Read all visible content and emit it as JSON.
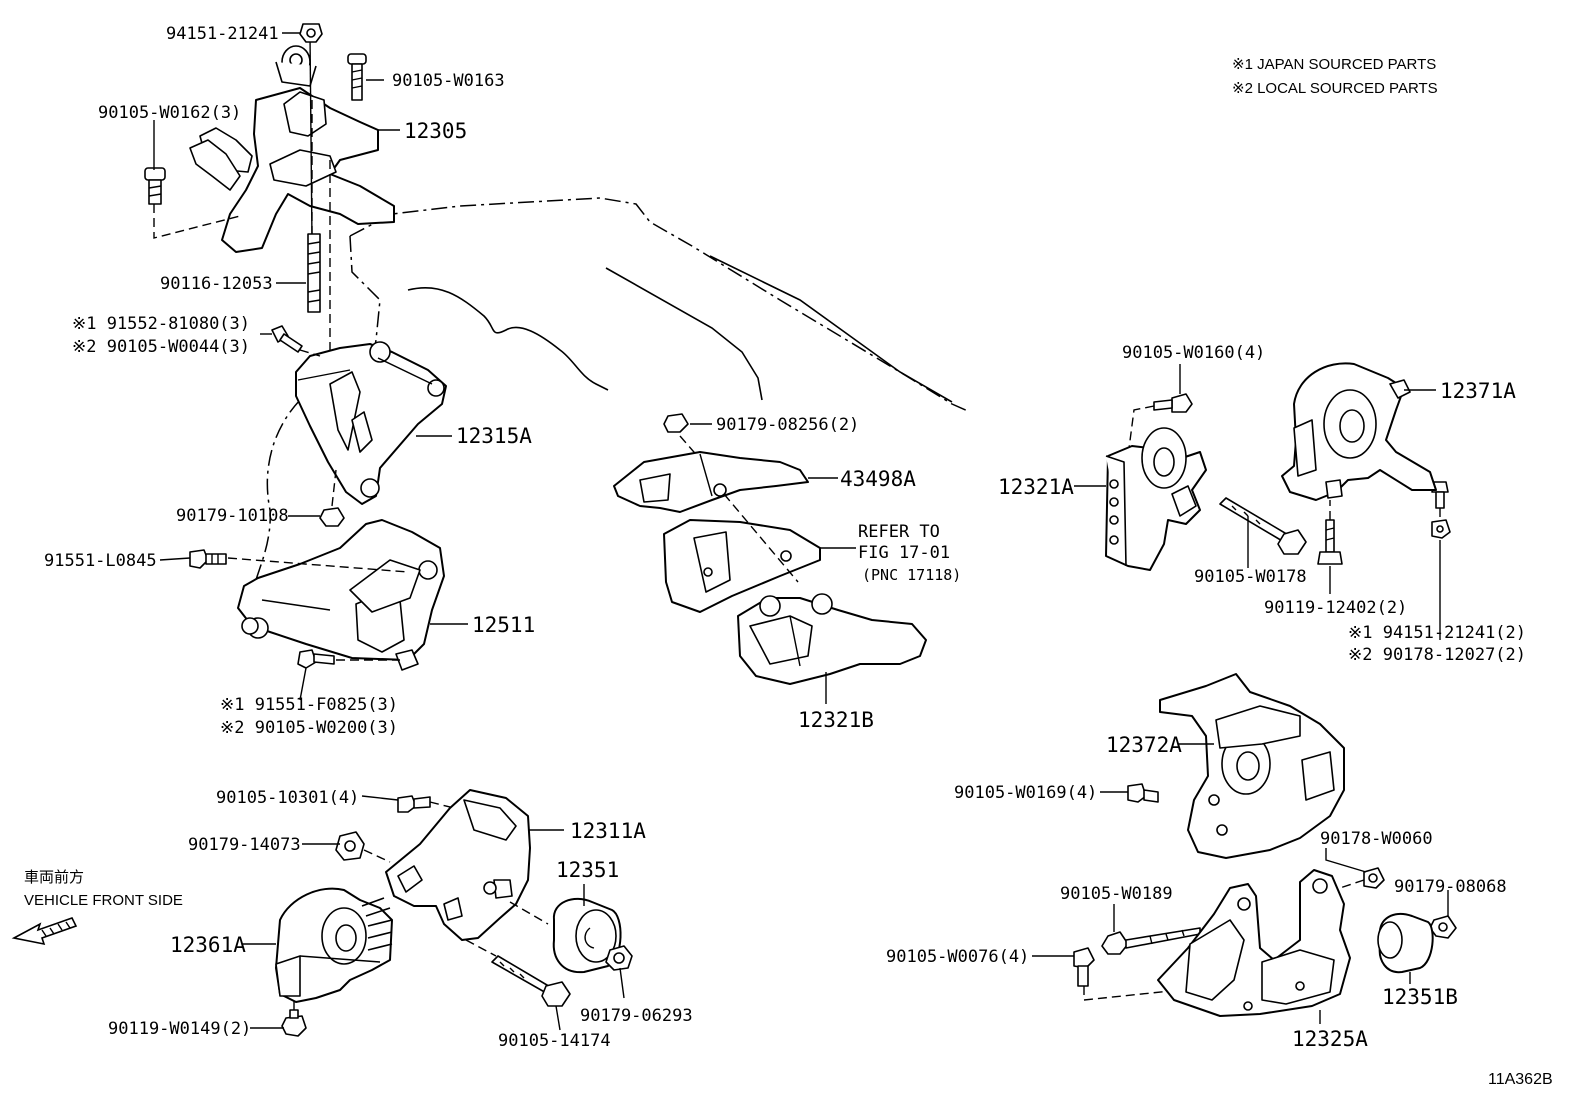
{
  "notes": {
    "note1": "※1  JAPAN SOURCED PARTS",
    "note2": "※2  LOCAL SOURCED PARTS"
  },
  "direction": {
    "jp": "車両前方",
    "en": "VEHICLE FRONT SIDE"
  },
  "refer": {
    "line1": "REFER TO",
    "line2": "FIG 17-01",
    "line3": "(PNC 17118)"
  },
  "figure_code": "11A362B",
  "labels": {
    "p94151_21241_top": "94151-21241",
    "p90105_W0163": "90105-W0163",
    "p90105_W0162": "90105-W0162(3)",
    "p12305": "12305",
    "p90116_12053": "90116-12053",
    "p91552_81080": "※1 91552-81080(3)",
    "p90105_W0044": "※2 90105-W0044(3)",
    "p12315A": "12315A",
    "p90179_10108": "90179-10108",
    "p91551_L0845": "91551-L0845",
    "p12511": "12511",
    "p91551_F0825": "※1 91551-F0825(3)",
    "p90105_W0200": "※2 90105-W0200(3)",
    "p90179_08256": "90179-08256(2)",
    "p43498A": "43498A",
    "p12321B": "12321B",
    "p90105_W0160": "90105-W0160(4)",
    "p12371A": "12371A",
    "p12321A": "12321A",
    "p90105_W0178": "90105-W0178",
    "p90119_12402": "90119-12402(2)",
    "p94151_21241_2": "※1 94151-21241(2)",
    "p90178_12027": "※2 90178-12027(2)",
    "p12372A": "12372A",
    "p90105_W0169": "90105-W0169(4)",
    "p90178_W0060": "90178-W0060",
    "p90179_08068": "90179-08068",
    "p90105_W0189": "90105-W0189",
    "p90105_W0076": "90105-W0076(4)",
    "p12351B": "12351B",
    "p12325A": "12325A",
    "p90105_10301": "90105-10301(4)",
    "p12311A": "12311A",
    "p90179_14073": "90179-14073",
    "p12351": "12351",
    "p12361A": "12361A",
    "p90179_06293": "90179-06293",
    "p90105_14174": "90105-14174",
    "p90119_W0149": "90119-W0149(2)"
  }
}
